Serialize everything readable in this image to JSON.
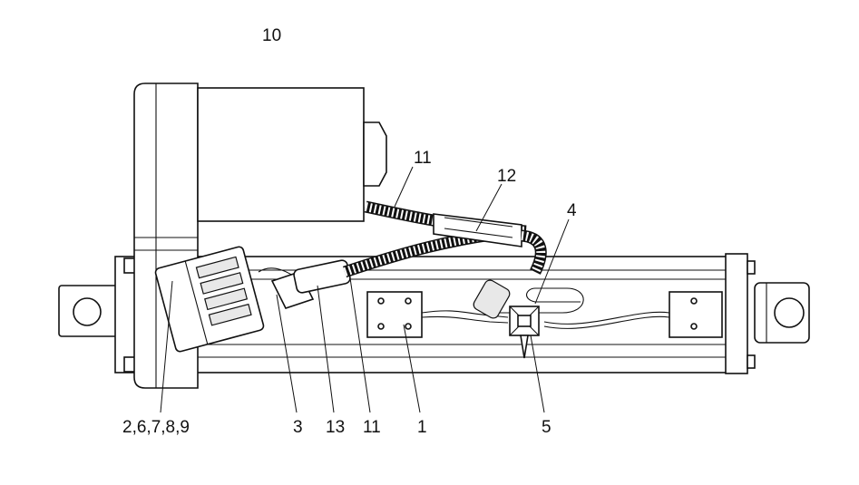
{
  "diagram": {
    "title": "Linear actuator parts callout",
    "callouts": {
      "motor": "10",
      "cable_top": "11",
      "sleeve": "12",
      "limit_switch_cable": "4",
      "housing_parts": "2,6,7,8,9",
      "connector": "3",
      "cable_gland": "13",
      "cable_bottom": "11",
      "limit_switch": "1",
      "bracket": "5"
    }
  }
}
